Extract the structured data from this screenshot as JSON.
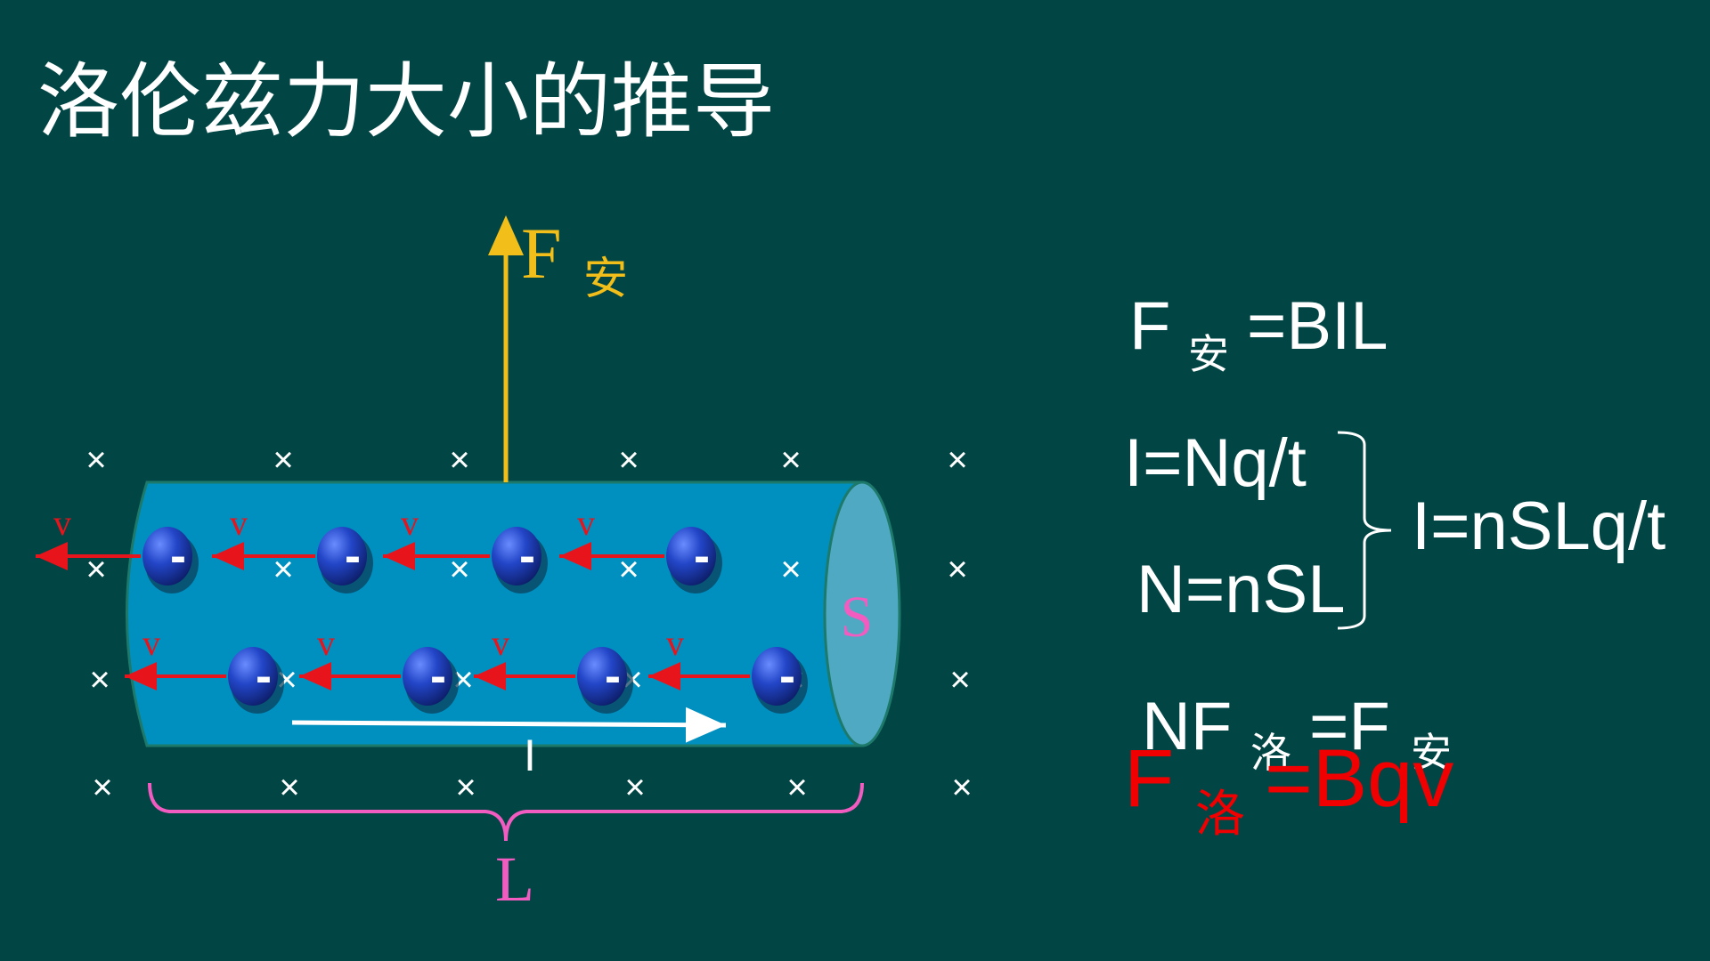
{
  "slide": {
    "title": "洛伦兹力大小的推导"
  },
  "diagram": {
    "force_symbol": "F",
    "force_subscript": "安",
    "velocity_label": "v",
    "current_label": "I",
    "length_label": "L",
    "cross_section_label": "S",
    "field_mark": "×",
    "charge_sign": "-",
    "colors": {
      "background": "#024545",
      "conductor": "#0090C0",
      "conductor_end": "#4FA9C2",
      "force_arrow": "#F2BE1A",
      "velocity_arrow": "#E8141C",
      "bracket": "#F25CC0",
      "charge": "#1B3FB0"
    }
  },
  "formulas": {
    "f_an_lhs": "F",
    "f_an_sub": "安",
    "f_an_rhs": "=BIL",
    "i_nq": "I=Nq/t",
    "n_nsl": "N=nSL",
    "i_result": "I=nSLq/t",
    "nf_lhs": "NF",
    "nf_sub1": "洛",
    "nf_mid": "=F",
    "nf_sub2": "安",
    "final_lhs": "F",
    "final_sub": "洛",
    "final_rhs": "=Bqv"
  }
}
